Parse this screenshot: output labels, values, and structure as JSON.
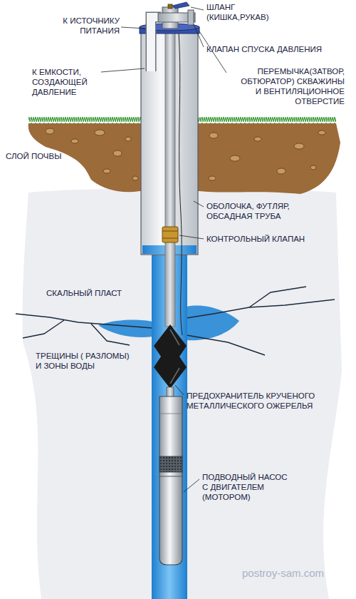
{
  "diagram": {
    "labels": [
      "ШЛАНГ (КИШКА,РУКАВ)",
      "К ИСТОЧНИКУ ПИТАНИЯ",
      "КЛАПАН СПУСКА ДАВЛЕНИЯ",
      "К ЕМКОСТИ, СОЗДАЮЩЕЙ ДАВЛЕНИЕ",
      "ПЕРЕМЫЧКА(ЗАТВОР, ОБТЮРАТОР) СКВАЖИНЫ И ВЕНТИЛЯЦИОННОЕ ОТВЕРСТИЕ",
      "СЛОЙ ПОЧВЫ",
      "ОБОЛОЧКА, ФУТЛЯР, ОБСАДНАЯ ТРУБА",
      "КОНТРОЛЬНЫЙ КЛАПАН",
      "СКАЛЬНЫЙ ПЛАСТ",
      "ТРЕЩИНЫ ( РАЗЛОМЫ) И ЗОНЫ ВОДЫ",
      "ПРЕДОХРАНИТЕЛЬ КРУЧЕНОГО МЕТАЛЛИЧЕСКОГО ОЖЕРЕЛЬЯ",
      "ПОДВОДНЫЙ НАСОС С ДВИГАТЕЛЕМ (МОТОРОМ)",
      "postroy-sam.com"
    ]
  }
}
